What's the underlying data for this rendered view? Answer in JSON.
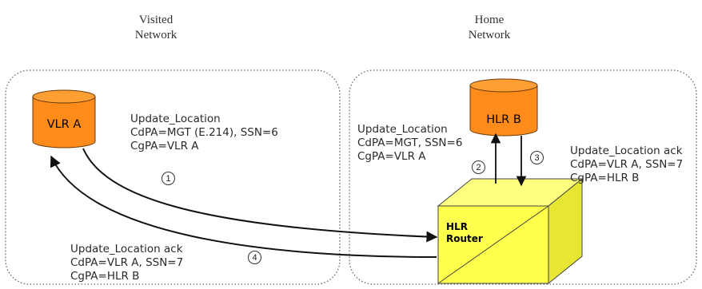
{
  "visited_network": {
    "line1": "Visited",
    "line2": "Network"
  },
  "home_network": {
    "line1": "Home",
    "line2": "Network"
  },
  "vlr": {
    "label": "VLR A",
    "color": "#ff8c1a"
  },
  "hlr": {
    "label": "HLR B",
    "color": "#ff8c1a"
  },
  "router": {
    "line1": "HLR",
    "line2": "Router",
    "color": "#ffff4d"
  },
  "steps": [
    {
      "number": "1",
      "lines": [
        "Update_Location",
        "CdPA=MGT (E.214), SSN=6",
        "CgPA=VLR A"
      ]
    },
    {
      "number": "2",
      "lines": [
        "Update_Location",
        "CdPA=MGT, SSN=6",
        "CgPA=VLR A"
      ]
    },
    {
      "number": "3",
      "lines": [
        "Update_Location ack",
        "CdPA=VLR A, SSN=7",
        "CgPA=HLR B"
      ]
    },
    {
      "number": "4",
      "lines": [
        "Update_Location ack",
        "CdPA=VLR A, SSN=7",
        "CgPA=HLR B"
      ]
    }
  ]
}
